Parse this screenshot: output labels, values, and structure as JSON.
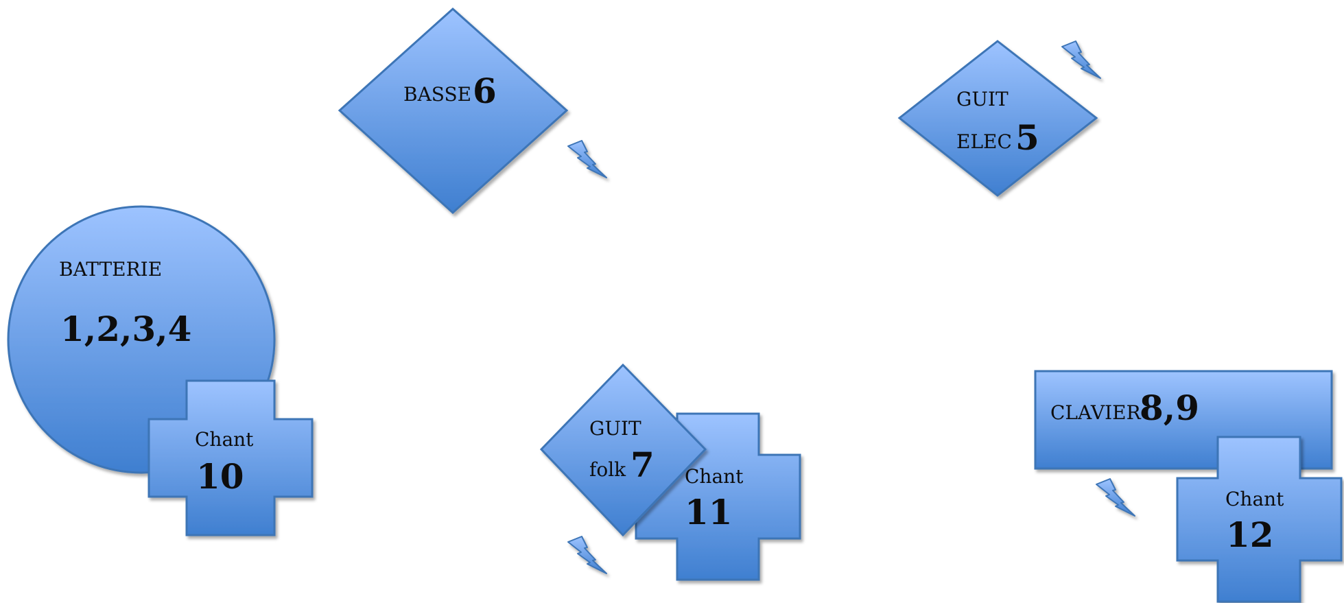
{
  "colors": {
    "fill_top": "#9dc3ff",
    "fill_bottom": "#3f7fd0",
    "stroke": "#3d74b6",
    "text": "#0d0d0d"
  },
  "instruments": {
    "basse": {
      "name": "BASSE",
      "number": "6"
    },
    "guit_elec": {
      "name_line1": "GUIT",
      "name_line2": "ELEC",
      "number": "5"
    },
    "batterie": {
      "name": "BATTERIE",
      "number": "1,2,3,4"
    },
    "guit_folk": {
      "name_line1": "GUIT",
      "name_line2": "folk",
      "number": "7"
    },
    "clavier": {
      "name": "CLAVIER",
      "number": "8,9"
    }
  },
  "vocals": [
    {
      "label": "Chant",
      "number": "10"
    },
    {
      "label": "Chant",
      "number": "11"
    },
    {
      "label": "Chant",
      "number": "12"
    }
  ],
  "icons": [
    "lightning-bolt-icon",
    "lightning-bolt-icon",
    "lightning-bolt-icon",
    "lightning-bolt-icon"
  ]
}
